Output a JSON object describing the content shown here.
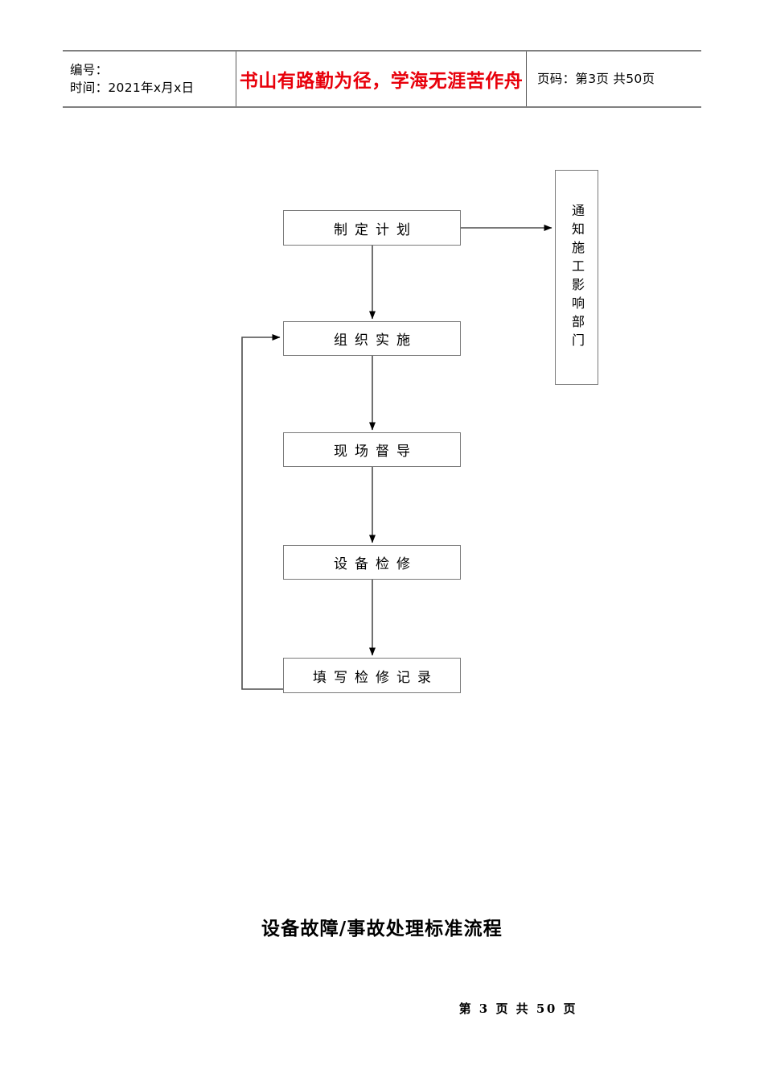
{
  "header": {
    "id_label": "编号：",
    "date_label": "时间：",
    "date_value": "2021年x月x日",
    "date_line": "时间：2021年x月x日",
    "slogan": "书山有路勤为径，学海无涯苦作舟",
    "page_label": "页码：",
    "page_line": "页码：第3页 共50页",
    "page_current": "3",
    "page_total": "50",
    "slogan_color": "#e8000b"
  },
  "flowchart": {
    "type": "flowchart",
    "orientation": "top-to-bottom",
    "nodes": [
      {
        "id": "plan",
        "label": "制定计划",
        "shape": "rectangle"
      },
      {
        "id": "organize",
        "label": "组织实施",
        "shape": "rectangle"
      },
      {
        "id": "supervise",
        "label": "现场督导",
        "shape": "rectangle"
      },
      {
        "id": "maintain",
        "label": "设备检修",
        "shape": "rectangle"
      },
      {
        "id": "record",
        "label": "填写检修记录",
        "shape": "rectangle"
      },
      {
        "id": "notify",
        "label": "通知施工影响部门",
        "shape": "rectangle-vertical-text"
      }
    ],
    "edges": [
      {
        "from": "plan",
        "to": "notify",
        "direction": "right",
        "arrow": true
      },
      {
        "from": "plan",
        "to": "organize",
        "direction": "down",
        "arrow": true
      },
      {
        "from": "organize",
        "to": "supervise",
        "direction": "down",
        "arrow": true
      },
      {
        "from": "supervise",
        "to": "maintain",
        "direction": "down",
        "arrow": true
      },
      {
        "from": "maintain",
        "to": "record",
        "direction": "down",
        "arrow": true
      },
      {
        "from": "record",
        "to": "organize",
        "direction": "feedback-left-up",
        "arrow": true
      }
    ],
    "line_color": "#4d4d4d",
    "box_border_color": "#7a7a7a"
  },
  "caption": "设备故障/事故处理标准流程",
  "footer": {
    "text": "第 3 页 共 50 页",
    "current": "3",
    "total": "50"
  }
}
